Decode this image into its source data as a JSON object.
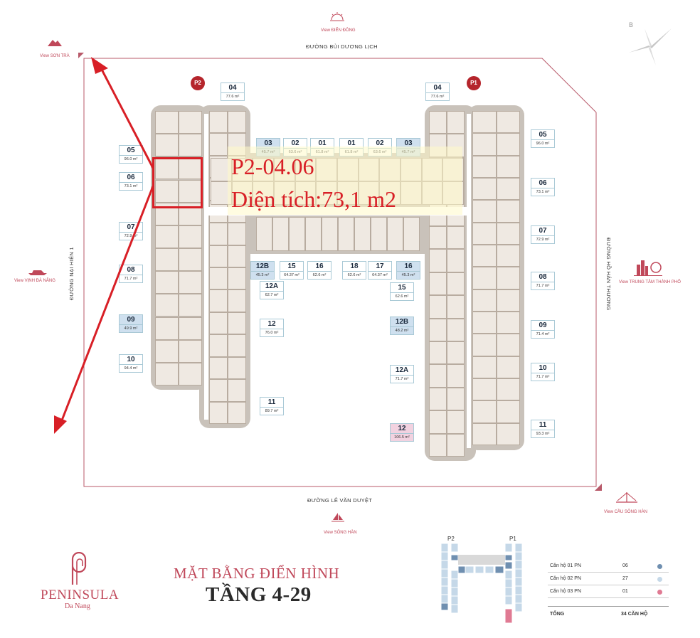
{
  "views": {
    "top": "View ĐIỂN ĐÔNG",
    "top_left": "View SƠN TRÀ",
    "left": "View VỊNH ĐÀ NẴNG",
    "right": "View TRUNG TÂM THÀNH PHỐ",
    "bottom": "View SÔNG HÀN",
    "bottom_right": "View CẦU SÔNG HÀN"
  },
  "streets": {
    "top": "ĐƯỜNG BÙI DƯƠNG LỊCH",
    "left": "ĐƯỜNG NẠI HIÊN 1",
    "right": "ĐƯỜNG HỒ HÁN THƯƠNG",
    "bottom": "ĐƯỜNG LÊ VĂN DUYỆT"
  },
  "compass_letter": "B",
  "towers": {
    "p2": "P2",
    "p1": "P1"
  },
  "units_p2": [
    {
      "num": "04",
      "area": "77.6 m²",
      "type": "2"
    },
    {
      "num": "05",
      "area": "96.0 m²",
      "type": "2"
    },
    {
      "num": "06",
      "area": "73.1 m²",
      "type": "2"
    },
    {
      "num": "07",
      "area": "72.9 m²",
      "type": "2"
    },
    {
      "num": "08",
      "area": "71.7 m²",
      "type": "2"
    },
    {
      "num": "09",
      "area": "49.9 m²",
      "type": "1"
    },
    {
      "num": "10",
      "area": "94.4 m²",
      "type": "2"
    },
    {
      "num": "11",
      "area": "89.7 m²",
      "type": "2"
    },
    {
      "num": "12",
      "area": "76.0 m²",
      "type": "2"
    },
    {
      "num": "12A",
      "area": "62.7 m²",
      "type": "2"
    },
    {
      "num": "12B",
      "area": "45.3 m²",
      "type": "1"
    },
    {
      "num": "15",
      "area": "64.37 m²",
      "type": "2"
    },
    {
      "num": "16",
      "area": "62.6 m²",
      "type": "2"
    },
    {
      "num": "03",
      "area": "45.7 m²",
      "type": "1"
    },
    {
      "num": "02",
      "area": "63.6 m²",
      "type": "2"
    },
    {
      "num": "01",
      "area": "61.8 m²",
      "type": "2"
    }
  ],
  "units_p1": [
    {
      "num": "04",
      "area": "77.6 m²",
      "type": "2"
    },
    {
      "num": "05",
      "area": "96.0 m²",
      "type": "2"
    },
    {
      "num": "06",
      "area": "73.1 m²",
      "type": "2"
    },
    {
      "num": "07",
      "area": "72.9 m²",
      "type": "2"
    },
    {
      "num": "08",
      "area": "71.7 m²",
      "type": "2"
    },
    {
      "num": "09",
      "area": "71.4 m²",
      "type": "2"
    },
    {
      "num": "10",
      "area": "71.7 m²",
      "type": "2"
    },
    {
      "num": "11",
      "area": "93.3 m²",
      "type": "2"
    },
    {
      "num": "12",
      "area": "106.5 m²",
      "type": "3"
    },
    {
      "num": "12A",
      "area": "71.7 m²",
      "type": "2"
    },
    {
      "num": "12B",
      "area": "48.2 m²",
      "type": "1"
    },
    {
      "num": "15",
      "area": "62.6 m²",
      "type": "2"
    },
    {
      "num": "16",
      "area": "45.3 m²",
      "type": "1"
    },
    {
      "num": "17",
      "area": "64.37 m²",
      "type": "2"
    },
    {
      "num": "18",
      "area": "62.6 m²",
      "type": "2"
    },
    {
      "num": "01",
      "area": "61.8 m²",
      "type": "2"
    },
    {
      "num": "02",
      "area": "63.6 m²",
      "type": "2"
    },
    {
      "num": "03",
      "area": "45.7 m²",
      "type": "1"
    }
  ],
  "overlay": {
    "line1": "P2-04.06",
    "line2": "Diện tích:73,1 m2"
  },
  "brand": {
    "name": "PENINSULA",
    "sub": "Da Nang"
  },
  "heading": {
    "line1": "MẶT BẰNG ĐIỂN HÌNH",
    "line2": "TẦNG 4-29"
  },
  "legend": {
    "rows": [
      {
        "label": "Căn hộ 01 PN",
        "count": "06",
        "color": "#6f8fb0"
      },
      {
        "label": "Căn hộ 02 PN",
        "count": "27",
        "color": "#c5d8e8"
      },
      {
        "label": "Căn hộ 03 PN",
        "count": "01",
        "color": "#e07a93"
      }
    ],
    "total_label": "TỔNG",
    "total_value": "34 CĂN HỘ"
  },
  "minimap": {
    "p2": "P2",
    "p1": "P1"
  },
  "colors": {
    "accent_red": "#d81f26",
    "brand_pink": "#c0485a",
    "badge_red": "#b5252c"
  }
}
